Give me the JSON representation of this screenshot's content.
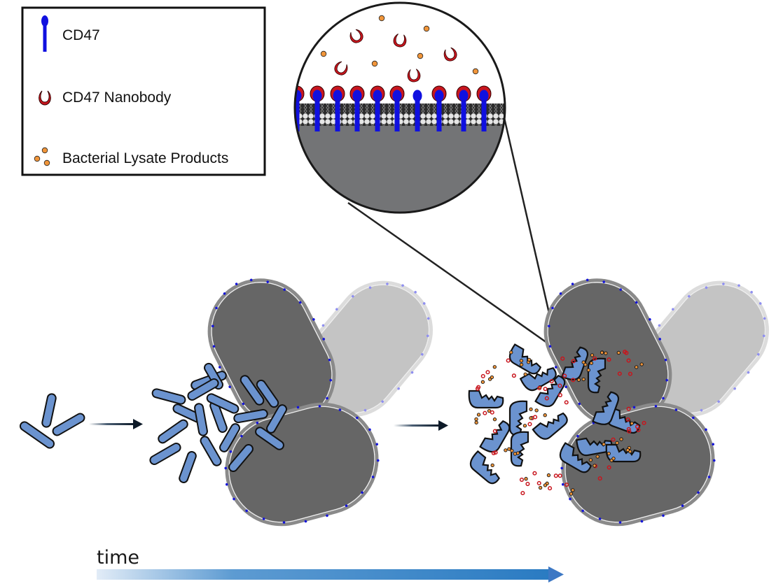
{
  "legend": {
    "items": [
      {
        "label": "CD47",
        "icon": "cd47-receptor-icon"
      },
      {
        "label": "CD47 Nanobody",
        "icon": "nanobody-icon"
      },
      {
        "label": "Bacterial Lysate Products",
        "icon": "lysate-particles-icon"
      }
    ]
  },
  "time_axis": {
    "label": "time"
  },
  "colors": {
    "cd47": "#1010e0",
    "nanobody": "#c8161e",
    "lysate": "#f0953a",
    "bacteria": "#6b93cf",
    "cell_dark": "#666666",
    "cell_light": "#c4c4c4",
    "cytoplasm": "#737476",
    "time_arrow_start": "#dfeaf6",
    "time_arrow_end": "#2f7cc3"
  },
  "stages": [
    {
      "name": "few-bacteria",
      "bacteria_count": 3
    },
    {
      "name": "bacteria-proliferation",
      "bacteria_count": 19
    },
    {
      "name": "bacterial-lysis-nanobody-release"
    }
  ],
  "inset": {
    "title": "membrane-zoom",
    "receptor_count": 10,
    "nanobody_bound_count": 9
  }
}
